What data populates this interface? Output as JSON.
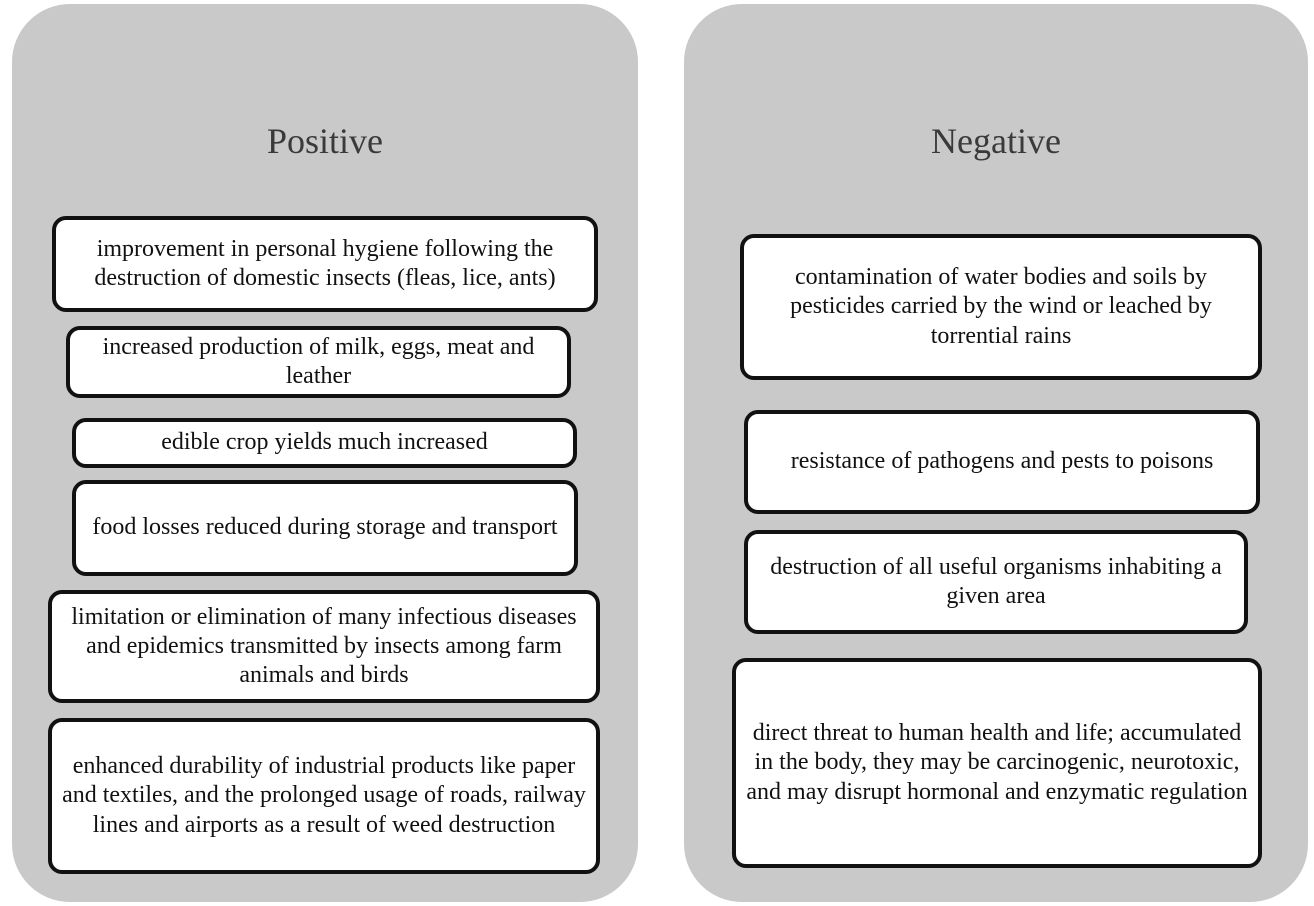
{
  "positive": {
    "title": "Positive",
    "items": [
      "improvement in personal hygiene following the destruction of domestic insects (fleas, lice, ants)",
      "increased production of milk, eggs, meat and leather",
      "edible crop yields much increased",
      "food losses reduced during storage and transport",
      "limitation or elimination of many infectious diseases and epidemics transmitted by insects among farm animals and birds",
      "enhanced durability of industrial products like paper and textiles, and the prolonged usage of roads, railway lines and airports as a result of weed destruction"
    ]
  },
  "negative": {
    "title": "Negative",
    "items": [
      "contamination of water bodies and soils by pesticides carried by the wind or leached by torrential rains",
      "resistance of pathogens and pests to poisons",
      "destruction of all useful organisms inhabiting a given area",
      "direct threat to human health and life; accumulated in the body, they may be carcinogenic, neurotoxic, and may disrupt hormonal and enzymatic regulation"
    ]
  },
  "colors": {
    "panel_background": "#c9c9c9",
    "box_background": "#ffffff",
    "box_border": "#111111",
    "title_text": "#3a3a3a"
  }
}
